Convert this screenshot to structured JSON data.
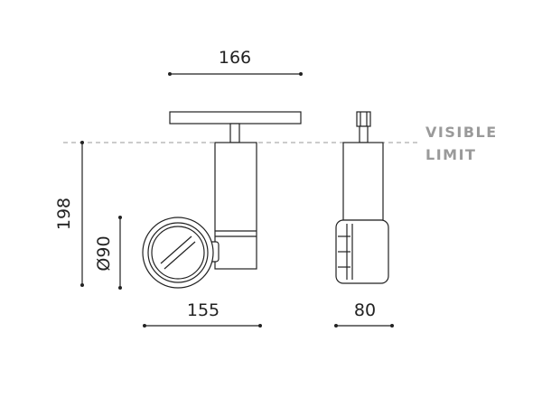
{
  "dimensions": {
    "top_width": "166",
    "height": "198",
    "lens_diameter": "Ø90",
    "front_width": "155",
    "side_width": "80"
  },
  "annotation": {
    "line1": "VISIBLE",
    "line2": "LIMIT"
  },
  "colors": {
    "line": "#222222",
    "limit_text": "#9a9a9a",
    "dashed_line": "#999999"
  }
}
